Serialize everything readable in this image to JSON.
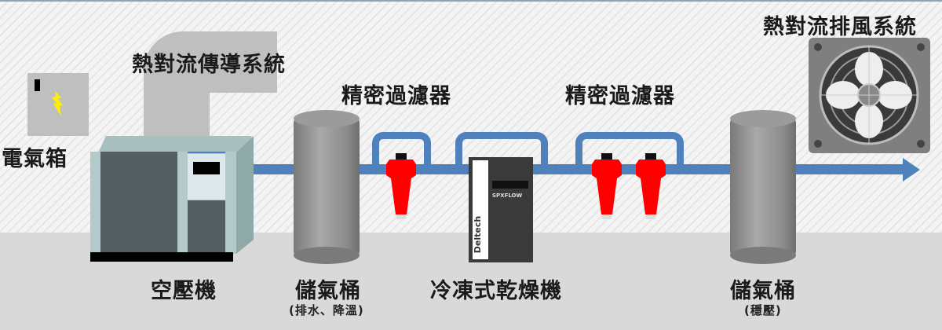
{
  "labels": {
    "electrical_box": "電氣箱",
    "heat_conduction": "熱對流傳導系統",
    "heat_exhaust": "熱對流排風系統",
    "filter_1": "精密過濾器",
    "filter_2": "精密過濾器",
    "compressor": "空壓機",
    "tank_1": "儲氣桶",
    "tank_1_note": "(排水、降溫)",
    "dryer": "冷凍式乾燥機",
    "tank_2": "儲氣桶",
    "tank_2_note": "(穩壓)"
  },
  "dryer_brand": {
    "logo": "Deltech",
    "model": "SPXFLOW"
  },
  "colors": {
    "pipe": "#4f81bd",
    "filter": "#ff0000",
    "lightning": "#ffee00"
  }
}
